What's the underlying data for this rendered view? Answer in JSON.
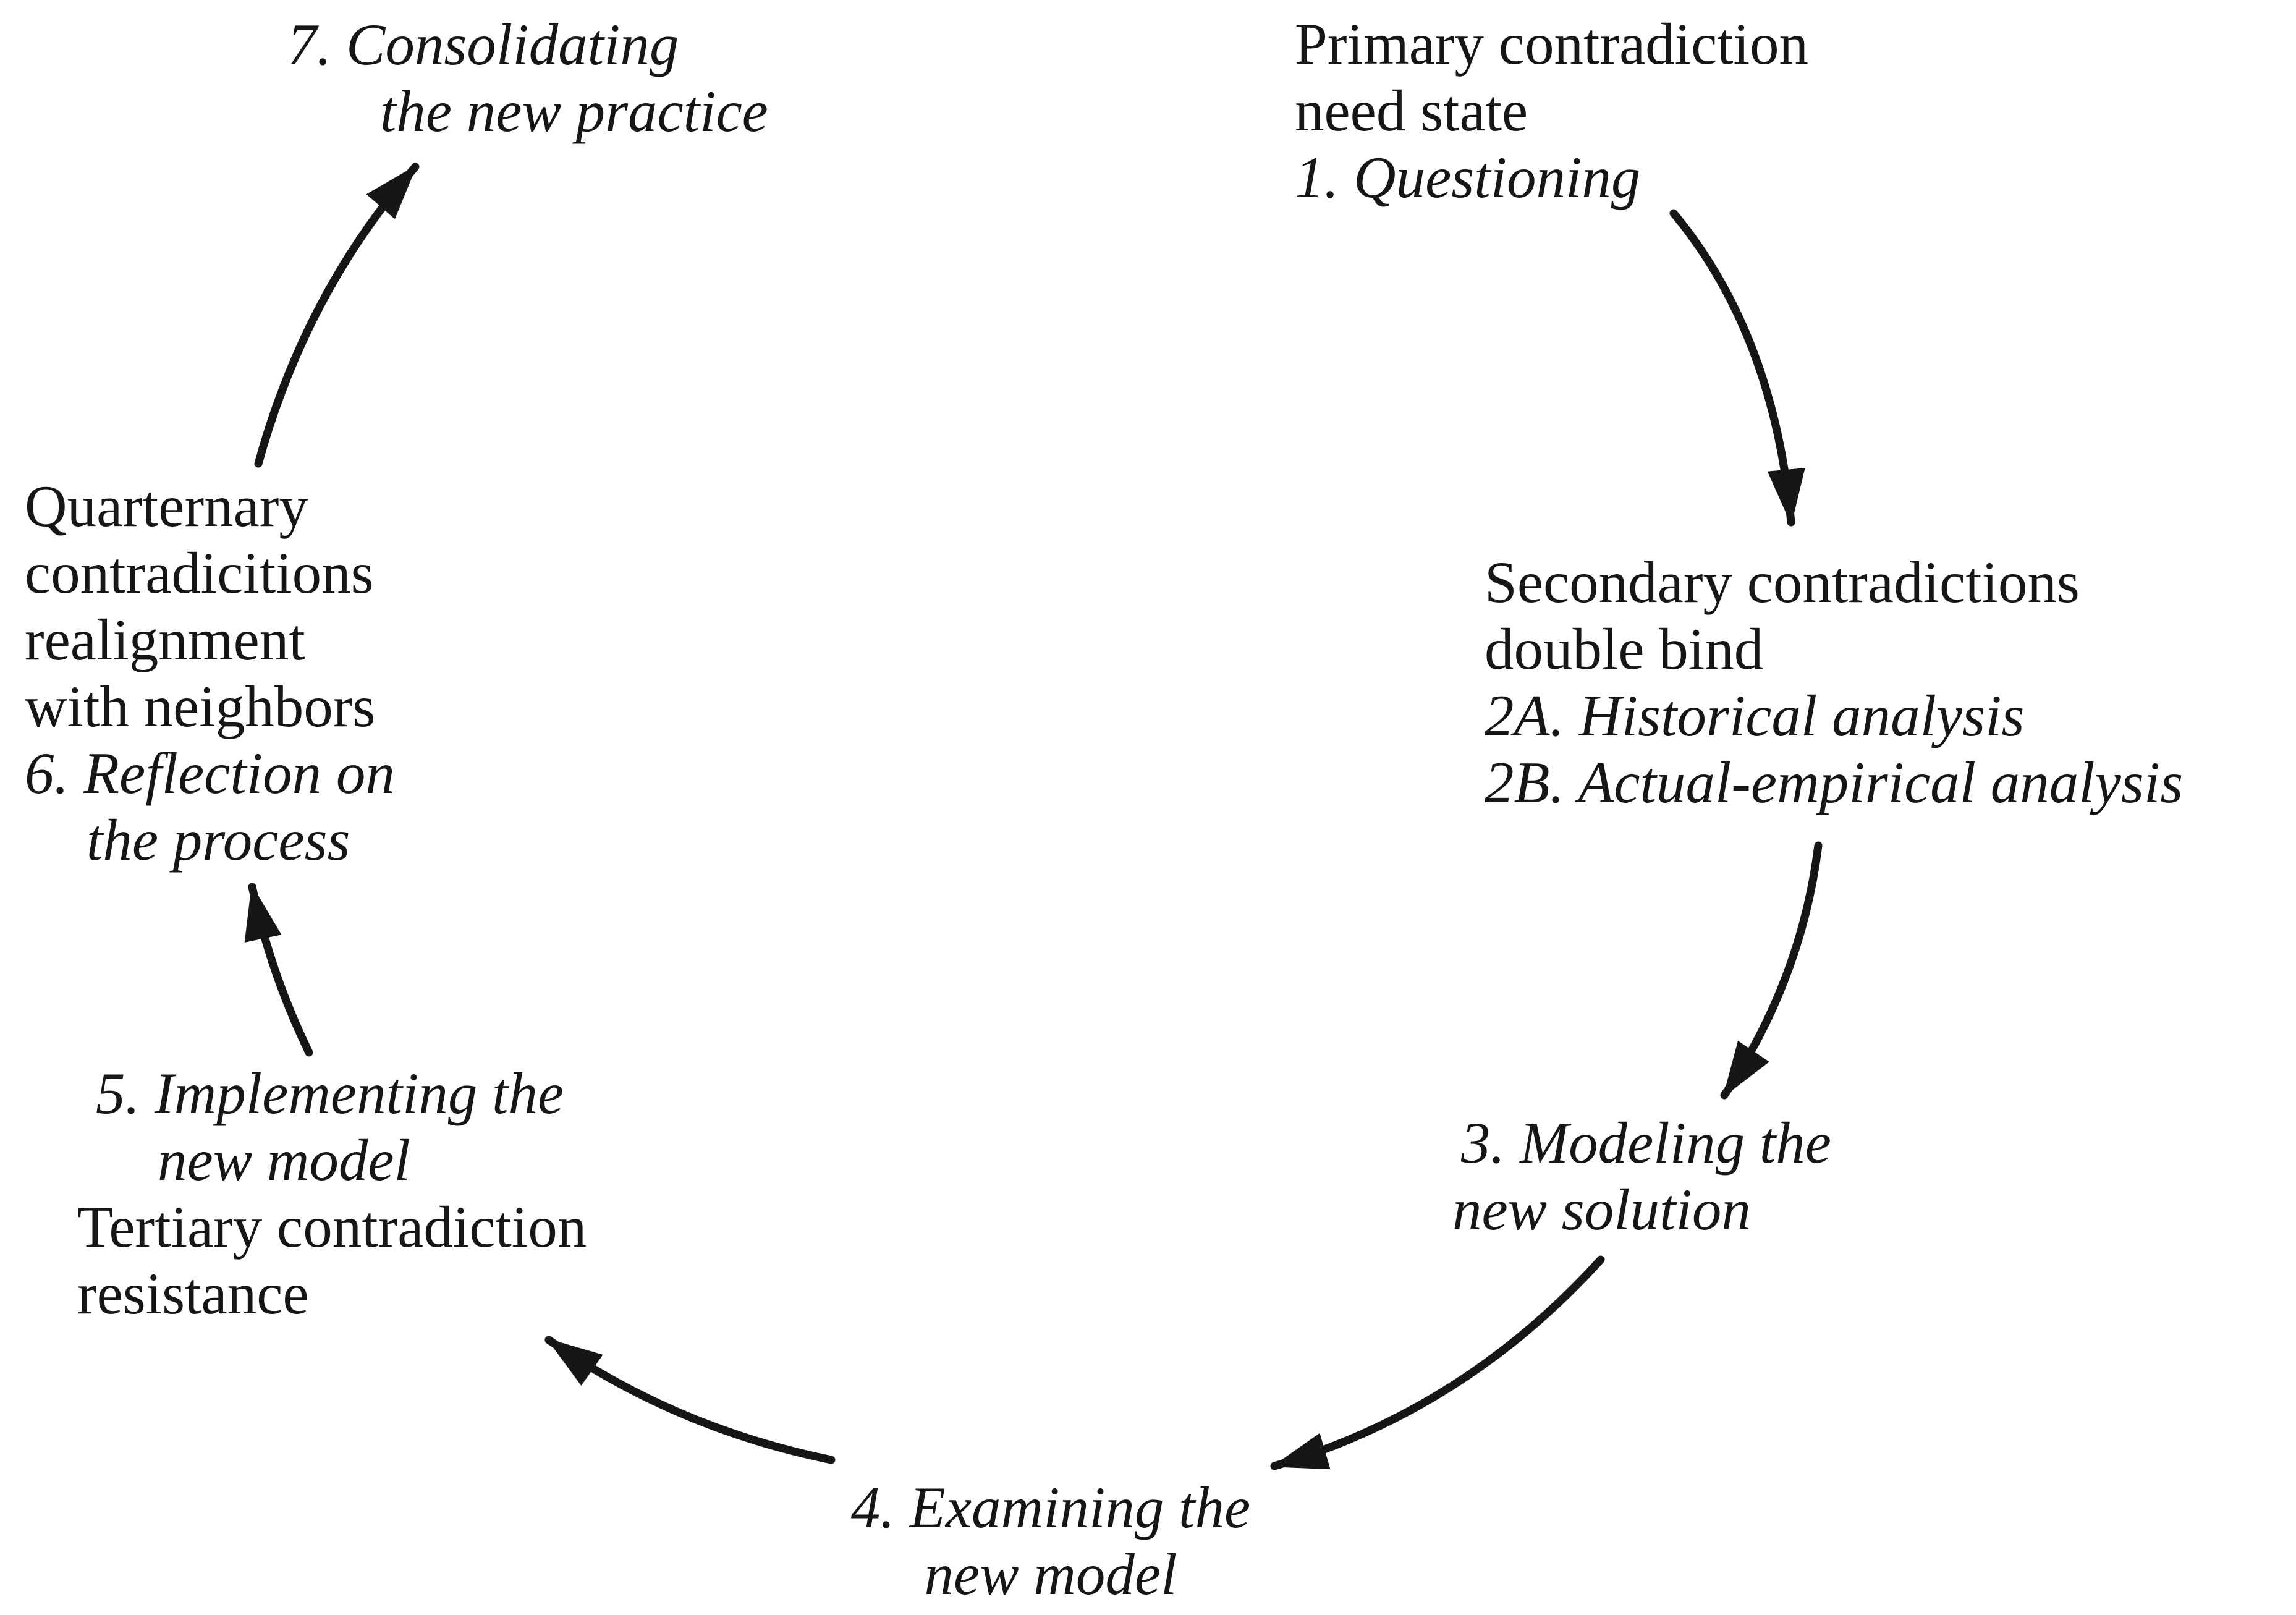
{
  "colors": {
    "background": "#ffffff",
    "text": "#161616",
    "arrow": "#161616"
  },
  "stages": [
    {
      "name": "stage-1-questioning",
      "lines": [
        {
          "text": "Primary contradiction",
          "style": "regular"
        },
        {
          "text": "need state",
          "style": "regular"
        },
        {
          "text": "1. Questioning",
          "style": "italic"
        }
      ]
    },
    {
      "name": "stage-2-analysis",
      "lines": [
        {
          "text": "Secondary contradictions",
          "style": "regular"
        },
        {
          "text": "double bind",
          "style": "regular"
        },
        {
          "text": "2A. Historical analysis",
          "style": "italic"
        },
        {
          "text": "2B. Actual-empirical analysis",
          "style": "italic"
        }
      ]
    },
    {
      "name": "stage-3-modeling",
      "lines": [
        {
          "text": "3. Modeling the",
          "style": "italic"
        },
        {
          "text": "new solution",
          "style": "italic"
        }
      ]
    },
    {
      "name": "stage-4-examining",
      "lines": [
        {
          "text": "4. Examining the",
          "style": "italic"
        },
        {
          "text": "new model",
          "style": "italic"
        }
      ]
    },
    {
      "name": "stage-5-implementing",
      "lines": [
        {
          "text": "5. Implementing the",
          "style": "italic"
        },
        {
          "text": "new model",
          "style": "italic"
        },
        {
          "text": "Tertiary contradiction",
          "style": "regular"
        },
        {
          "text": "resistance",
          "style": "regular"
        }
      ]
    },
    {
      "name": "stage-6-reflection",
      "lines": [
        {
          "text": "Quarternary",
          "style": "regular"
        },
        {
          "text": "contradicitions",
          "style": "regular"
        },
        {
          "text": "realignment",
          "style": "regular"
        },
        {
          "text": "with neighbors",
          "style": "regular"
        },
        {
          "text": "6. Reflection on",
          "style": "italic"
        },
        {
          "text": "the process",
          "style": "italic"
        }
      ]
    },
    {
      "name": "stage-7-consolidating",
      "lines": [
        {
          "text": "7. Consolidating",
          "style": "italic"
        },
        {
          "text": "the new practice",
          "style": "italic"
        }
      ]
    }
  ],
  "arrows": [
    {
      "name": "arrow-stage1-to-stage2",
      "from": "stage-1-questioning",
      "to": "stage-2-analysis"
    },
    {
      "name": "arrow-stage2-to-stage3",
      "from": "stage-2-analysis",
      "to": "stage-3-modeling"
    },
    {
      "name": "arrow-stage3-to-stage4",
      "from": "stage-3-modeling",
      "to": "stage-4-examining"
    },
    {
      "name": "arrow-stage4-to-stage5",
      "from": "stage-4-examining",
      "to": "stage-5-implementing"
    },
    {
      "name": "arrow-stage5-to-stage6",
      "from": "stage-5-implementing",
      "to": "stage-6-reflection"
    },
    {
      "name": "arrow-stage6-to-stage7",
      "from": "stage-6-reflection",
      "to": "stage-7-consolidating"
    }
  ]
}
